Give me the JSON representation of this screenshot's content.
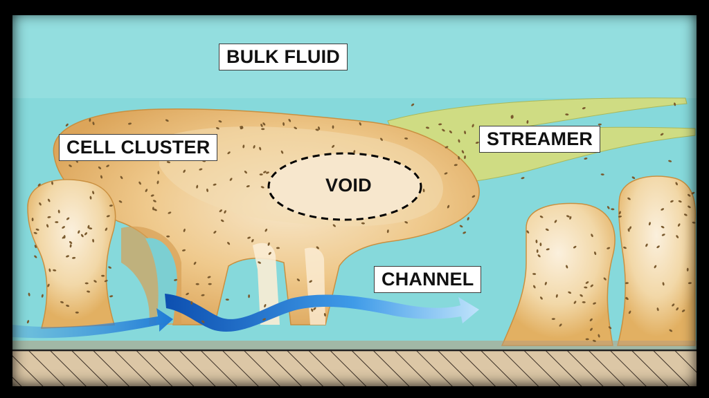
{
  "labels": {
    "bulk_fluid": "BULK FLUID",
    "cell_cluster": "CELL CLUSTER",
    "streamer": "STREAMER",
    "void": "VOID",
    "channel": "CHANNEL"
  },
  "colors": {
    "fluid": "#86d9db",
    "biofilm": "#e8b869",
    "biofilm_light": "#f6e3c2",
    "streamer": "#cfdc83",
    "flow_arrow": "#1f77d0",
    "substrate": "#d8c3a3",
    "frame": "#000000"
  }
}
